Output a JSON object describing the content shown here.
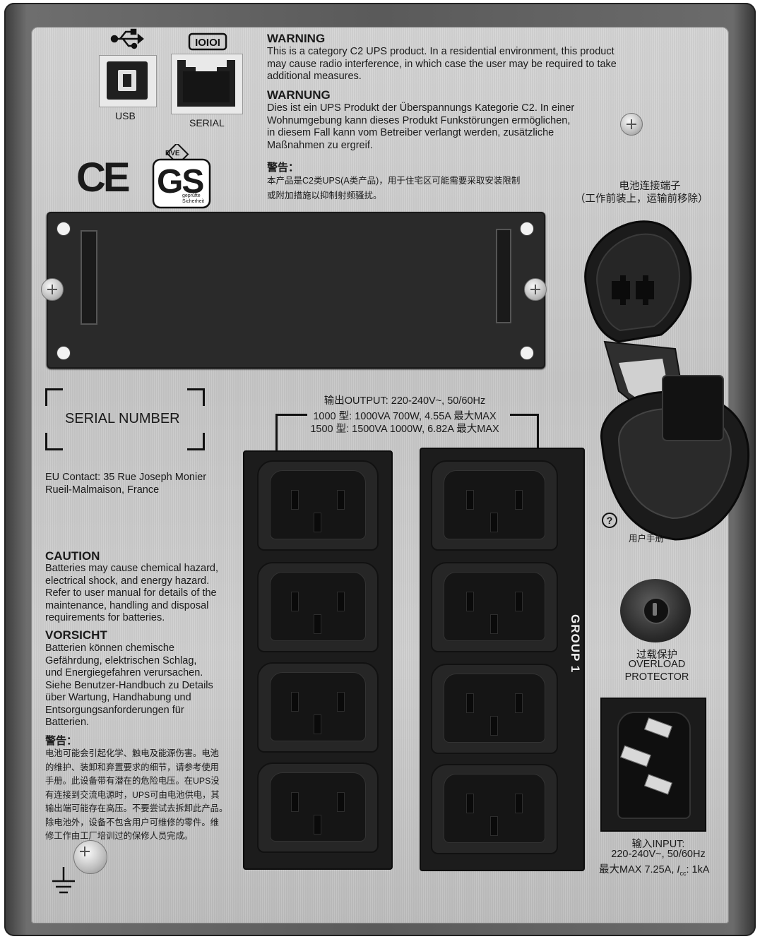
{
  "ports": {
    "usb_label": "USB",
    "serial_label": "SERIAL"
  },
  "warning": {
    "en_title": "WARNING",
    "en_text": "This is a category C2 UPS product. In a residential environment, this product\nmay cause radio interference, in which case the user may be required to take\nadditional measures.",
    "de_title": "WARNUNG",
    "de_text": "Dies ist ein UPS Produkt der Überspannungs Kategorie C2. In einer\nWohnumgebung kann dieses Produkt Funkstörungen ermöglichen,\nin diesem Fall kann vom Betreiber verlangt werden, zusätzliche\nMaßnahmen zu ergreif.",
    "cn_title": "警告：",
    "cn_text": "本产品是C2类UPS(A类产品)，用于住宅区可能需要采取安装限制\n或附加措施以抑制射频骚扰。"
  },
  "certifications": {
    "ce_mark": "CE",
    "gs_mark": "GS",
    "gs_top": "DVE",
    "gs_small": "geprüfte\nSicherheit"
  },
  "battery_connector": {
    "label_line1": "电池连接端子",
    "label_line2": "（工作前装上，运输前移除）",
    "manual_label": "用户手册"
  },
  "serial_number": {
    "label": "SERIAL NUMBER"
  },
  "eu_contact": "EU Contact: 35 Rue Joseph Monier\nRueil-Malmaison, France",
  "output": {
    "line1": "输出OUTPUT: 220-240V~, 50/60Hz",
    "line2": "1000 型: 1000VA 700W, 4.55A 最大MAX",
    "line3": "1500 型: 1500VA 1000W, 6.82A 最大MAX",
    "group_label": "GROUP 1"
  },
  "caution": {
    "en_title": "CAUTION",
    "en_text": "Batteries may cause chemical hazard,\nelectrical shock, and energy hazard.\nRefer to user manual for details of the\nmaintenance, handling and disposal\nrequirements for batteries.",
    "de_title": "VORSICHT",
    "de_text": "Batterien können chemische\nGefährdung, elektrischen Schlag,\nund Energiegefahren verursachen.\nSiehe Benutzer-Handbuch zu Details\nüber Wartung, Handhabung und\nEntsorgungsanforderungen für\nBatterien.",
    "cn_title": "警告：",
    "cn_text": "电池可能会引起化学、触电及能源伤害。电池\n的维护、装卸和弃置要求的细节，请参考使用\n手册。此设备带有潜在的危险电压。在UPS没\n有连接到交流电源时，UPS可由电池供电，其\n输出端可能存在高压。不要尝试去拆卸此产品。\n除电池外，设备不包含用户可维修的零件。维\n修工作由工厂培训过的保修人员完成。"
  },
  "overload": {
    "line1": "过载保护",
    "line2": "OVERLOAD",
    "line3": "PROTECTOR"
  },
  "input": {
    "line1": "输入INPUT:",
    "line2": "220-240V~, 50/60Hz",
    "line3_prefix": "最大MAX 7.25A, ",
    "line3_icc": "I",
    "line3_sub": "cc",
    "line3_suffix": ": 1kA"
  }
}
